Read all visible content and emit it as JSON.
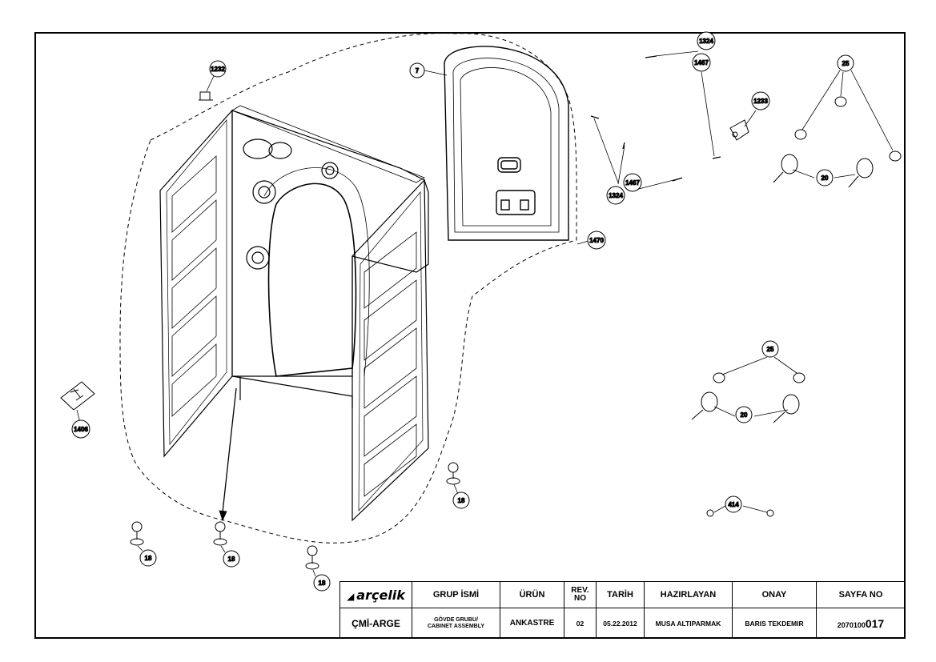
{
  "callouts": {
    "c1232": "1232",
    "c7": "7",
    "c1324_top": "1324",
    "c1467_top": "1467",
    "c25_top": "25",
    "c1233": "1233",
    "c1467_mid": "1467",
    "c1324_mid": "1324",
    "c20_top": "20",
    "c1470": "1470",
    "c25_mid": "25",
    "c20_mid": "20",
    "c1406": "1406",
    "c18_a": "18",
    "c18_b": "18",
    "c18_c": "18",
    "c18_d": "18",
    "c414": "414"
  },
  "title_block": {
    "logo": "arçelik",
    "headers": {
      "group_name": "GRUP İSMİ",
      "product": "ÜRÜN",
      "rev_no": "REV. NO",
      "date": "TARİH",
      "prepared_by": "HAZIRLAYAN",
      "approval": "ONAY",
      "page_no": "SAYFA NO"
    },
    "values": {
      "department": "ÇMİ-ARGE",
      "group_name_tr": "GÖVDE GRUBU/",
      "group_name_en": "CABINET ASSEMBLY",
      "product": "ANKASTRE",
      "rev_no": "02",
      "date": "05.22.2012",
      "prepared_by": "MUSA ALTIPARMAK",
      "approval": "BARIS TEKDEMIR",
      "page_no_prefix": "2070100",
      "page_no_main": "017"
    }
  }
}
